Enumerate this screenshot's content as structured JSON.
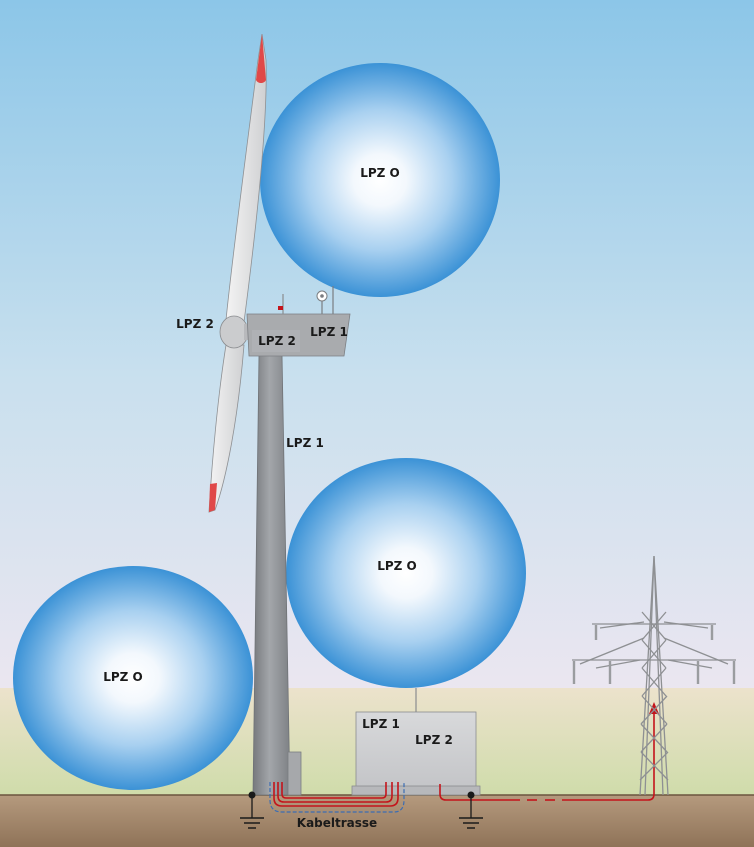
{
  "labels": {
    "sphere_top": "LPZ O",
    "sphere_middle": "LPZ O",
    "sphere_left": "LPZ O",
    "hub": "LPZ 2",
    "nacelle_inner": "LPZ 2",
    "nacelle": "LPZ 1",
    "tower": "LPZ 1",
    "station": "LPZ 1",
    "station_inner": "LPZ 2",
    "cable_route": "Kabeltrasse"
  },
  "colors": {
    "sky_top": "#8cc6e8",
    "sky_bottom": "#e6e6ef",
    "field": "#e8e3cf",
    "grass": "#cddcae",
    "ground": "#a68a6e",
    "sphere_center": "#ffffff",
    "sphere_edge": "#3d93d6",
    "tower": "#8d9094",
    "nacelle": "#a9abae",
    "station": "#cfd0d2",
    "cable_red": "#c4141b",
    "cable_blue": "#3b6db3",
    "blade_tip": "#e04848"
  },
  "icons": {
    "ground": "ground-symbol-icon",
    "pylon": "transmission-tower-icon",
    "anemometer": "anemometer-icon",
    "lightning_rod": "air-terminal-icon"
  }
}
